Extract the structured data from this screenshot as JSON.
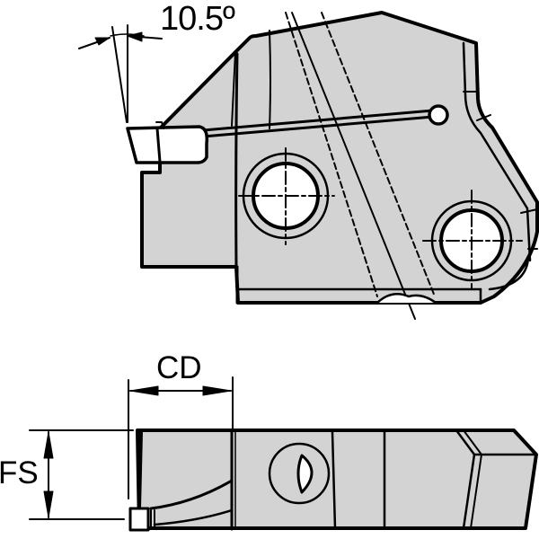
{
  "diagram": {
    "subject": "Cut-off / grooving tool holder modular head",
    "views": [
      "side-view",
      "top-view"
    ],
    "colors": {
      "body_fill": "#d3d3d3",
      "line": "#000000",
      "background": "#ffffff",
      "hole_fill": "#ffffff"
    }
  },
  "dimensions": {
    "angle": "10.5º",
    "cutting_depth": "CD",
    "feed_seat": "FS"
  }
}
